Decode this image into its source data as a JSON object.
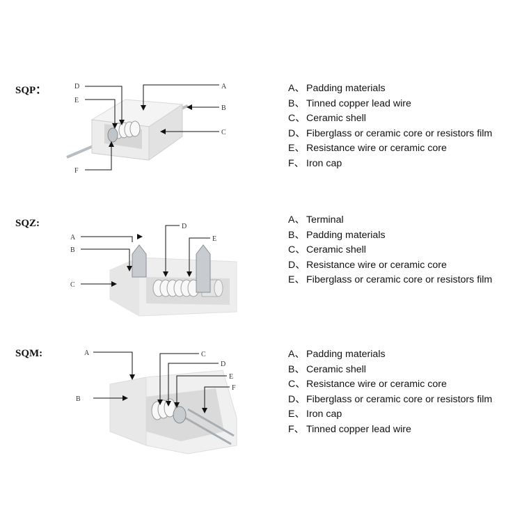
{
  "sections": [
    {
      "id": "sqp",
      "label": "SQP：",
      "callouts": [
        "A",
        "B",
        "C",
        "D",
        "E",
        "F"
      ],
      "legend": [
        {
          "key": "A、",
          "text": "Padding materials"
        },
        {
          "key": "B、",
          "text": "Tinned copper lead wire"
        },
        {
          "key": "C、",
          "text": "Ceramic shell"
        },
        {
          "key": "D、",
          "text": "Fiberglass or ceramic core or resistors film"
        },
        {
          "key": "E、",
          "text": "Resistance wire or ceramic core"
        },
        {
          "key": "F、",
          "text": "Iron cap"
        }
      ]
    },
    {
      "id": "sqz",
      "label": "SQZ:",
      "callouts": [
        "A",
        "B",
        "C",
        "D",
        "E"
      ],
      "legend": [
        {
          "key": "A、",
          "text": "Terminal"
        },
        {
          "key": "B、",
          "text": "Padding materials"
        },
        {
          "key": "C、",
          "text": "Ceramic shell"
        },
        {
          "key": "D、",
          "text": "Resistance wire or ceramic core"
        },
        {
          "key": "E、",
          "text": "Fiberglass or ceramic core or resistors film"
        }
      ]
    },
    {
      "id": "sqm",
      "label": "SQM:",
      "callouts": [
        "A",
        "B",
        "C",
        "D",
        "E",
        "F"
      ],
      "legend": [
        {
          "key": "A、",
          "text": "Padding materials"
        },
        {
          "key": "B、",
          "text": "Ceramic shell"
        },
        {
          "key": "C、",
          "text": "Resistance wire or ceramic core"
        },
        {
          "key": "D、",
          "text": "Fiberglass or ceramic core or resistors film"
        },
        {
          "key": "E、",
          "text": "Iron cap"
        },
        {
          "key": "F、",
          "text": "Tinned copper lead wire"
        }
      ]
    }
  ]
}
